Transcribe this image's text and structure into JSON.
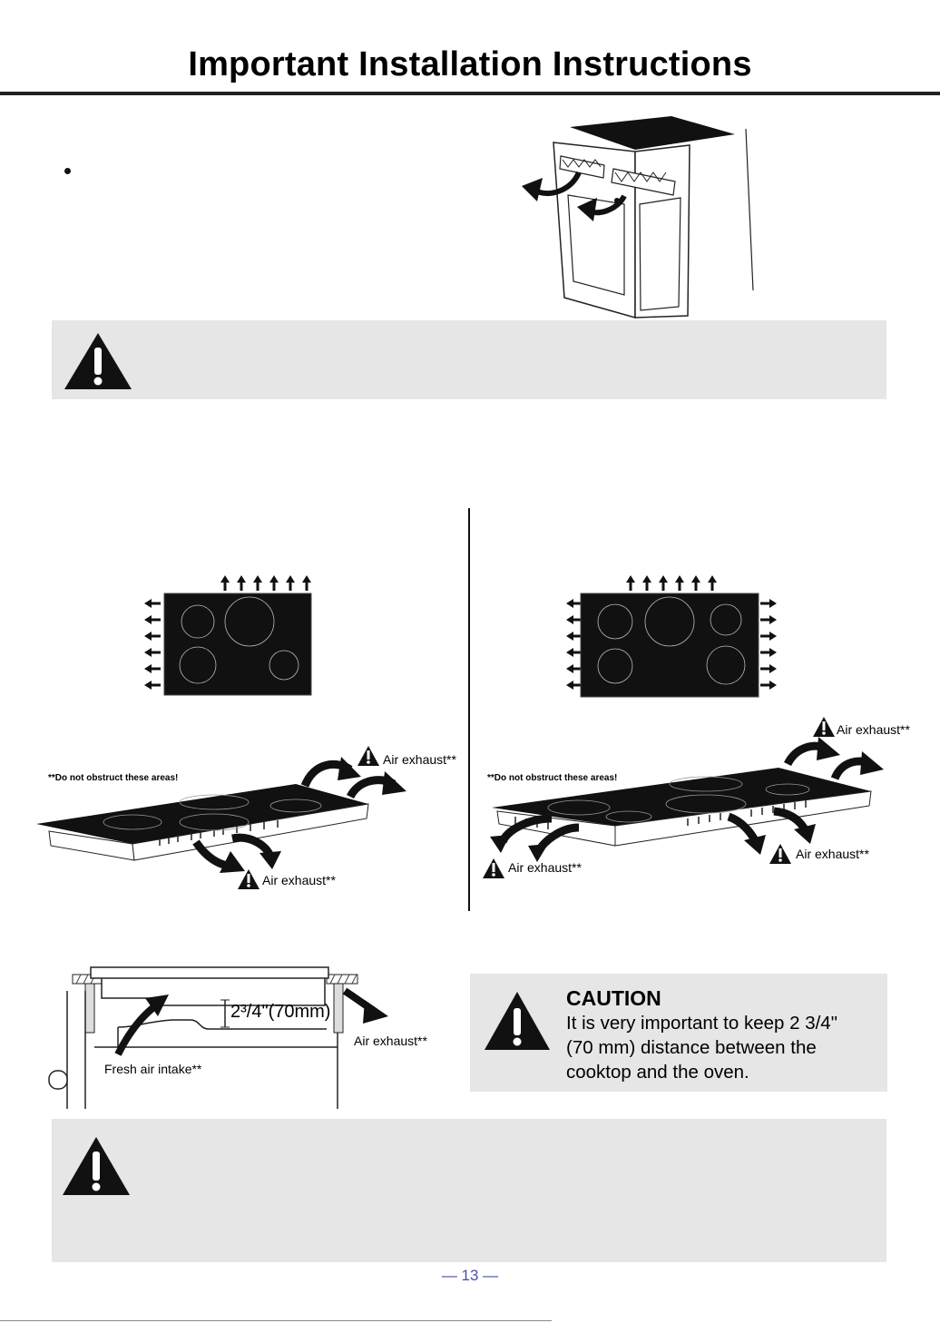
{
  "page": {
    "title": "Important Installation Instructions",
    "page_number": "— 13 —"
  },
  "diagrams": {
    "left_note": "**Do not obstruct these areas!",
    "right_note": "**Do not obstruct these areas!",
    "left_exhaust_top": "Air exhaust**",
    "left_exhaust_bottom": "Air exhaust**",
    "right_exhaust_top": "Air exhaust**",
    "right_exhaust_left": "Air exhaust**",
    "right_exhaust_right": "Air exhaust**",
    "section_dimension": "2³/4\"(70mm)",
    "section_intake": "Fresh air intake**",
    "section_exhaust": "Air exhaust**"
  },
  "caution": {
    "title": "CAUTION",
    "line1": "It is very important to keep 2 3/4\"",
    "line2": "(70 mm) distance between the",
    "line3": "cooktop and the oven."
  },
  "icons": {
    "warning": "warning-triangle-icon",
    "arrow": "arrow-icon"
  }
}
